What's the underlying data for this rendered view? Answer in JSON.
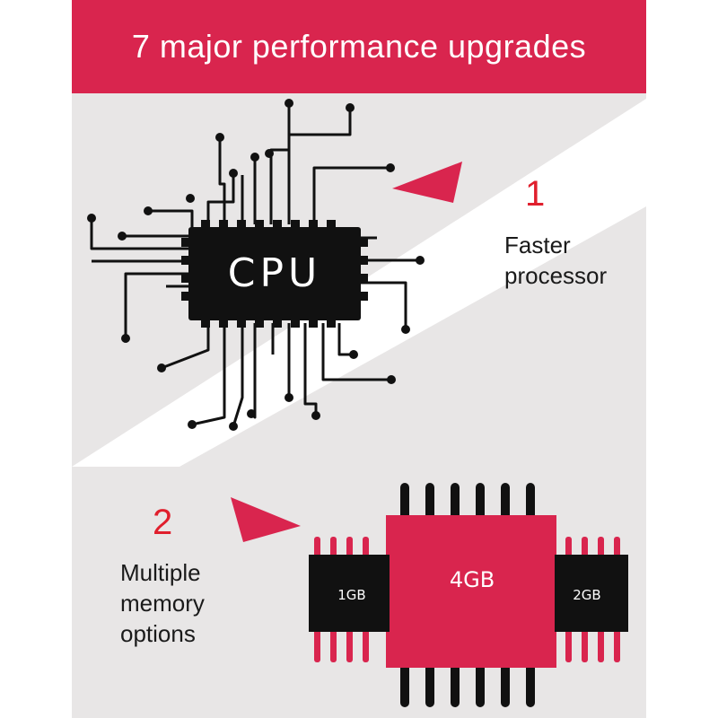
{
  "banner": {
    "title": "7 major performance upgrades"
  },
  "colors": {
    "accent": "#d9254e",
    "number": "#e01f2d",
    "chip": "#111111",
    "panel": "#e8e6e6"
  },
  "features": [
    {
      "number": "1",
      "lines": [
        "Faster",
        "processor"
      ],
      "icon": "cpu-chip-icon"
    },
    {
      "number": "2",
      "lines": [
        "Multiple",
        "memory",
        "options"
      ],
      "icon": "memory-chip-icon"
    }
  ],
  "cpu": {
    "label": "CPU"
  },
  "memory": {
    "center": "4GB",
    "left": "1GB",
    "right": "2GB"
  }
}
